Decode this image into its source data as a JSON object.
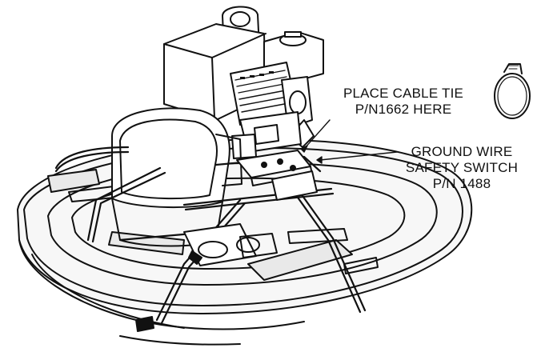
{
  "callouts": {
    "cable_tie": {
      "line1": "PLACE CABLE TIE",
      "line2": "P/N1662 HERE"
    },
    "ground_wire": {
      "line1": "GROUND WIRE",
      "line2": "SAFETY SWITCH",
      "line3": "P/N 1488"
    }
  },
  "colors": {
    "line": "#111111",
    "background": "#ffffff",
    "shade": "#e9e9e9"
  },
  "icons": [
    "power-trowel-drawing",
    "cable-tie-icon"
  ]
}
